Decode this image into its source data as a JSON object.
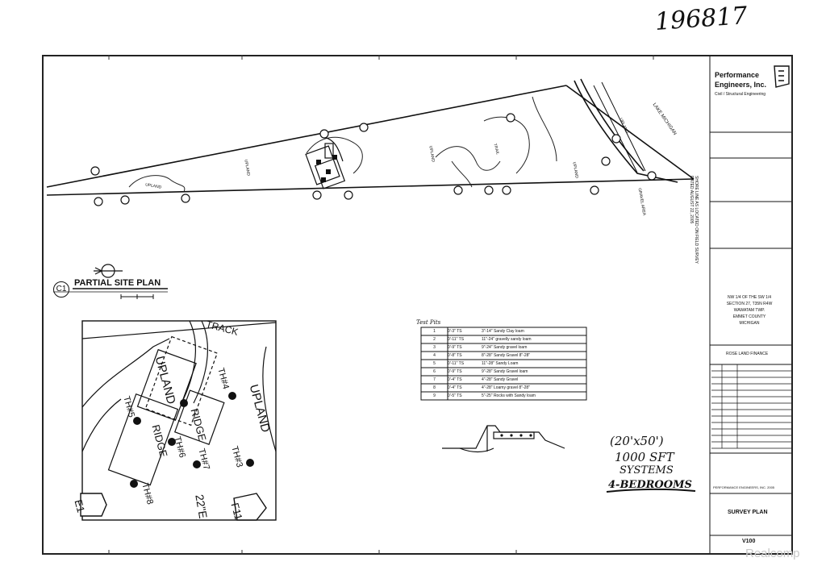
{
  "document_number": "196817",
  "watermark": "Realcomp",
  "title_block": {
    "company_name_1": "Performance",
    "company_name_2": "Engineers, Inc.",
    "company_sub": "Civil / Structural Engineering",
    "owner": "ROSE LAND FINANCE",
    "location_lines": [
      "NW 1/4 OF THE SW 1/4",
      "SECTION 27, T35N R4W",
      "WAWATAM TWP.",
      "EMMET COUNTY",
      "MICHIGAN"
    ],
    "sheet_title": "SURVEY PLAN",
    "sheet_number": "V100",
    "copyright": "PERFORMANCE ENGINEERS, INC. 2005"
  },
  "plan": {
    "label_c1": "C1",
    "title": "PARTIAL SITE PLAN",
    "labels": {
      "upland": "UPLAND",
      "lake_michigan": "LAKE MICHIGAN",
      "trail": "TRAIL",
      "gravel_area": "GRAVEL AREA",
      "shore_line": "SHORE LINE AS LOCATED ON FIELD SURVEY DATED AUGUST 22, 2005"
    }
  },
  "detail": {
    "labels": {
      "upland": "UPLAND",
      "ridge_1": "RIDGE",
      "ridge_2": "RIDGE",
      "th3": "TH#3",
      "th4": "TH#4",
      "th5": "TH#5",
      "th6": "TH#6",
      "th7": "TH#7",
      "th8": "TH#8",
      "e1": "E1",
      "f11": "F11",
      "bearing": "22\"E",
      "track": "TRACK"
    }
  },
  "test_table": {
    "title": "Test Pits",
    "rows": [
      [
        "1",
        "0'-3\" TS",
        "3\"-14\" Sandy Clay loam"
      ],
      [
        "2",
        "0'-11\" TS",
        "11\"-24\" gravelly sandy loam"
      ],
      [
        "3",
        "0'-9\" TS",
        "9\"-24\" Sandy gravel loam"
      ],
      [
        "4",
        "0'-8\" TS",
        "8\"-28\" Sandy Gravel 8\"-28\""
      ],
      [
        "5",
        "0'-11\" TS",
        "11\"-28\" Sandy Loam"
      ],
      [
        "6",
        "0'-9\" TS",
        "9\"-28\" Sandy Gravel loam"
      ],
      [
        "7",
        "0'-4\" TS",
        "4\"-28\" Sandy Gravel"
      ],
      [
        "8",
        "0'-4\" TS",
        "4\"-28\" Loamy gravel 8\"-28\""
      ],
      [
        "9",
        "0'-5\" TS",
        "5\"-25\" Rocks with Sandy loam"
      ]
    ]
  },
  "handwritten": {
    "line1": "(20'x50')",
    "line2": "1000 SFT",
    "line3": "SYSTEMS",
    "line4": "4-BEDROOMS"
  }
}
